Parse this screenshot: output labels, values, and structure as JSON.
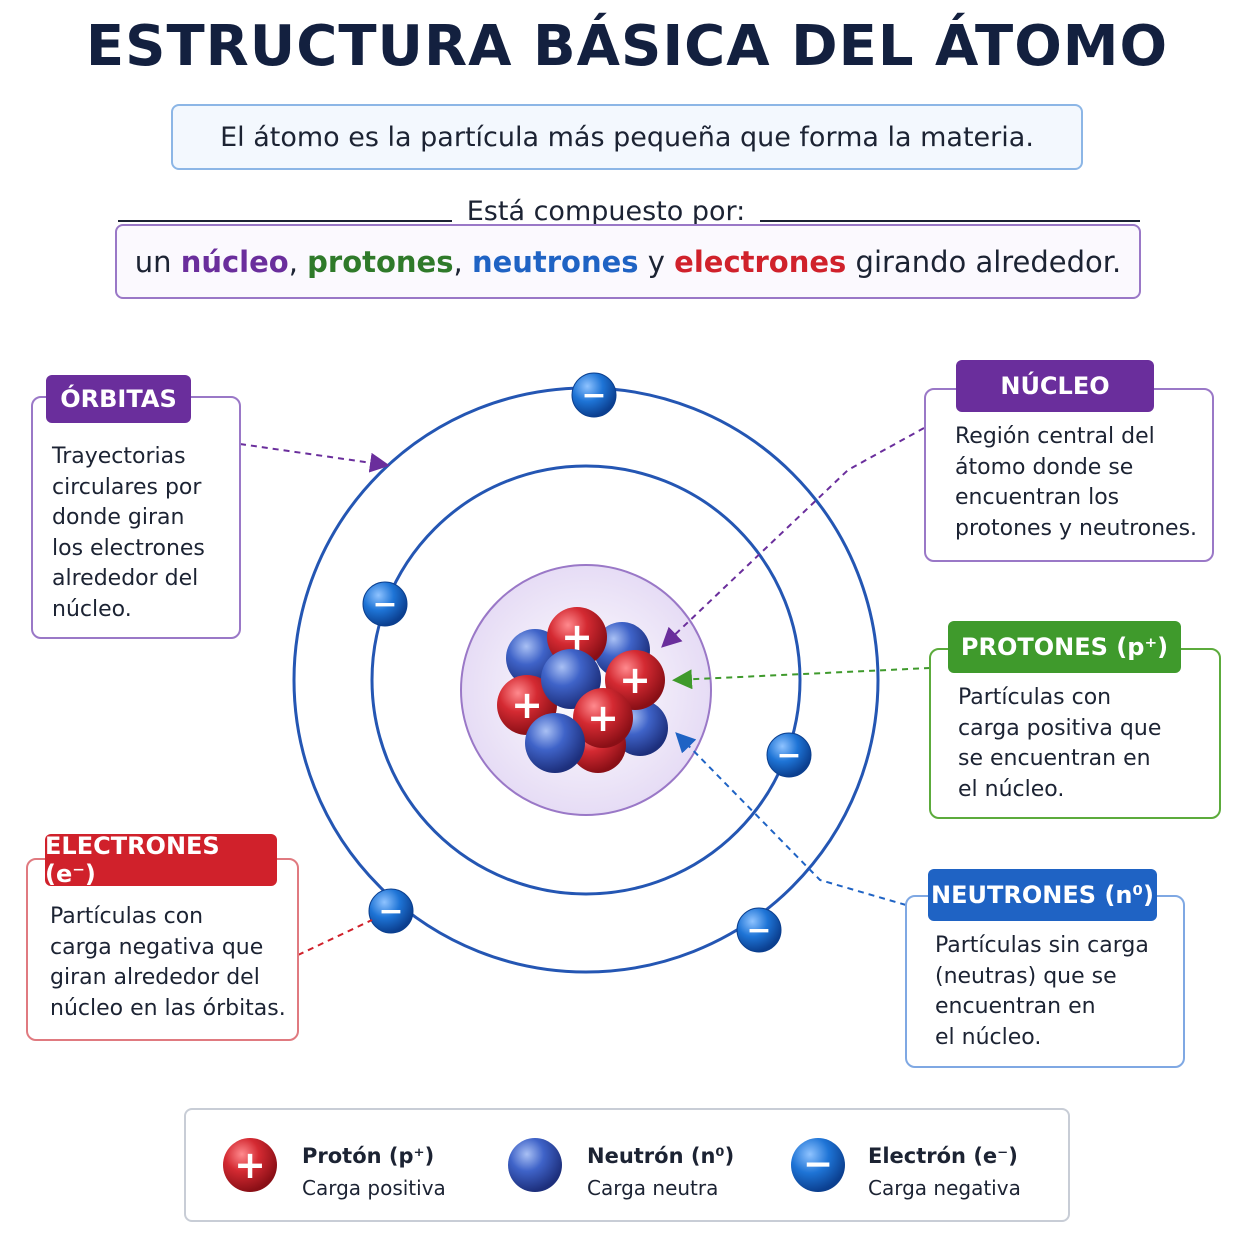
{
  "title": "ESTRUCTURA BÁSICA DEL ÁTOMO",
  "intro": "El átomo es la partícula más pequeña que forma la materia.",
  "composition": {
    "label": "Está compuesto por:",
    "w1": "un ",
    "nucleo": "núcleo",
    "sep1": ", ",
    "protones": "protones",
    "sep2": ", ",
    "neutrones": "neutrones",
    "sep3": " y ",
    "electrones": "electrones",
    "tail": " girando alrededor."
  },
  "cards": {
    "orbitas": {
      "tag": "ÓRBITAS",
      "text": "Trayectorias\ncirculares por\ndonde giran\nlos electrones\nalrededor del\nnúcleo."
    },
    "nucleo": {
      "tag": "NÚCLEO",
      "text": "Región central del\nátomo donde se\nencuentran los\nprotones y neutrones."
    },
    "protones": {
      "tag": "PROTONES (p⁺)",
      "text": "Partículas con\ncarga positiva que\nse encuentran en\nel núcleo."
    },
    "electrones": {
      "tag": "ELECTRONES (e⁻)",
      "text": "Partículas con\ncarga negativa que\ngiran alrededor del\nnúcleo en las órbitas."
    },
    "neutrones": {
      "tag": "NEUTRONES (n⁰)",
      "text": "Partículas sin carga\n(neutras) que se\nencuentran en\nel núcleo."
    }
  },
  "legend": {
    "proton": {
      "title": "Protón (p⁺)",
      "sub": "Carga positiva"
    },
    "neutron": {
      "title": "Neutrón (n⁰)",
      "sub": "Carga neutra"
    },
    "electron": {
      "title": "Electrón (e⁻)",
      "sub": "Carga negativa"
    }
  },
  "symbols": {
    "plus": "+",
    "minus": "−"
  },
  "colors": {
    "orbitas": "#6a2e9c",
    "nucleo": "#6a2e9c",
    "protones": "#3f9a2c",
    "electrones": "#d0212b",
    "neutrones": "#1f63c4",
    "proton_fill": "#d42a32",
    "neutron_fill": "#3f63c8",
    "electron_fill": "#1e74d6",
    "orbit_stroke": "#2456b3"
  }
}
